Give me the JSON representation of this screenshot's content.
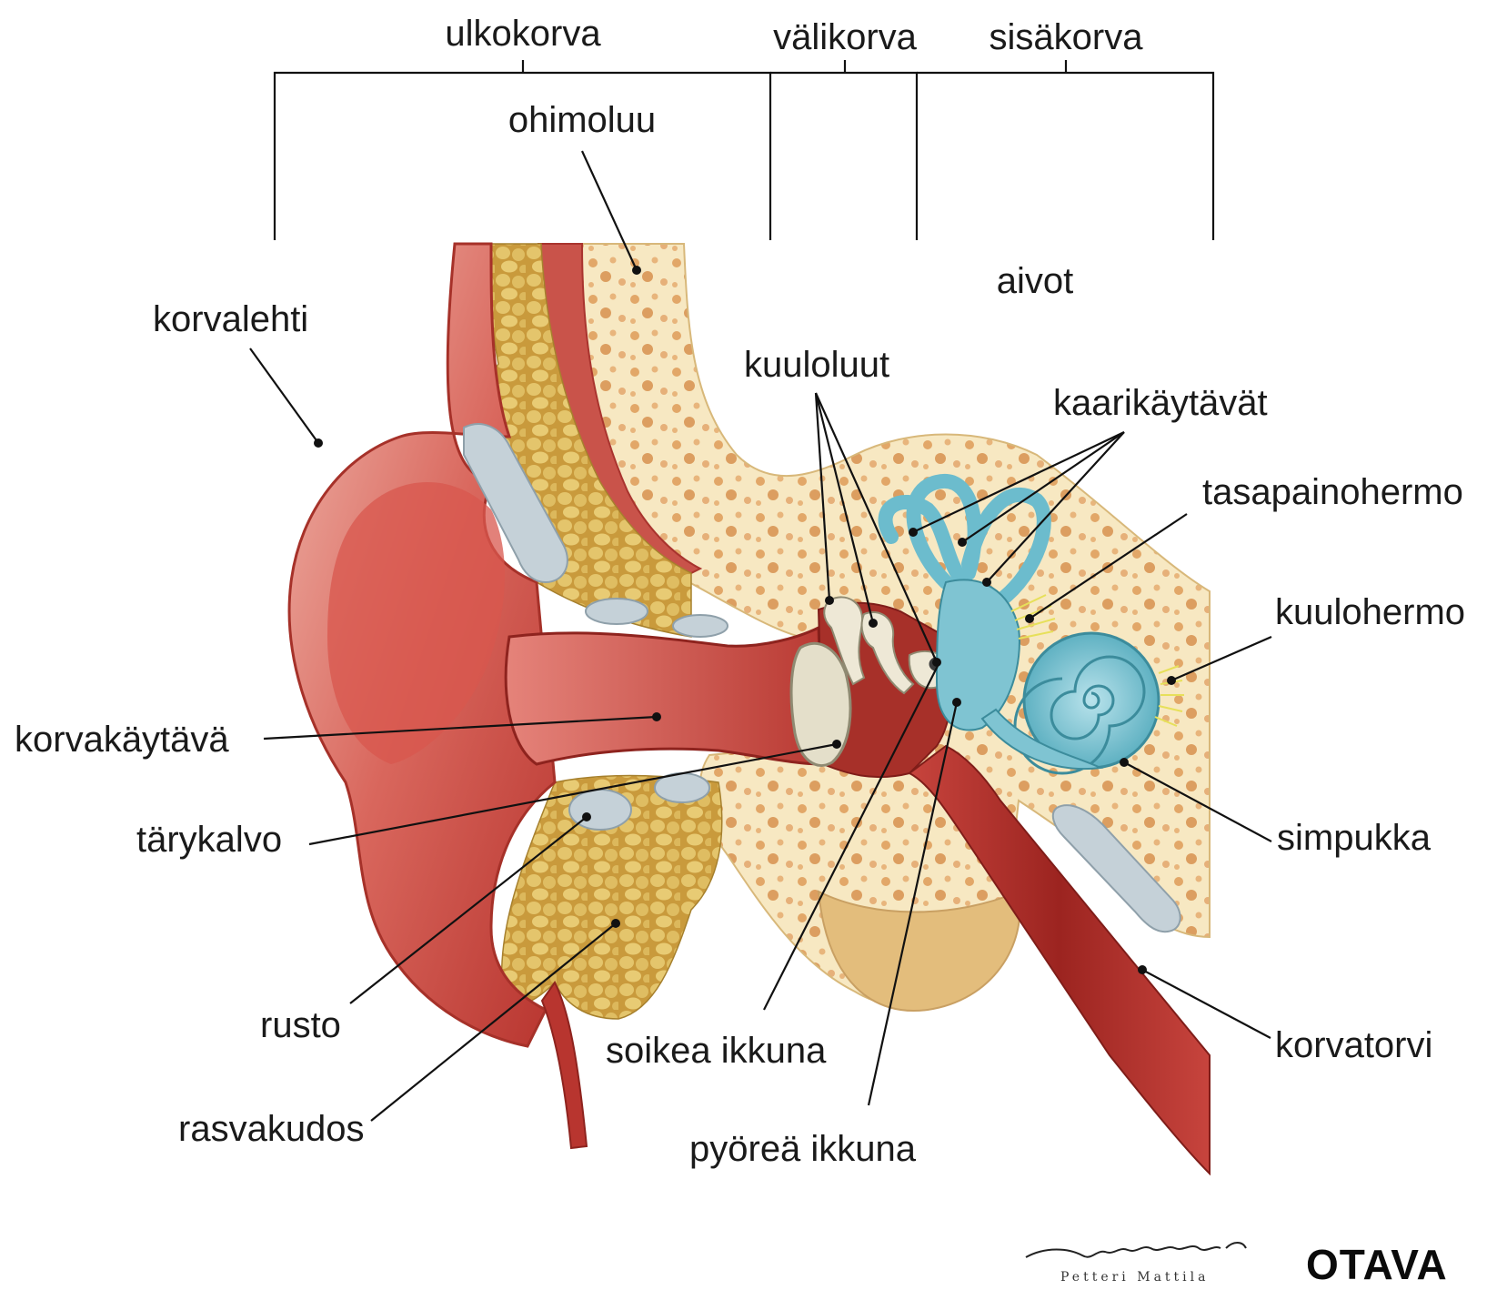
{
  "regions": {
    "outer": "ulkokorva",
    "middle": "välikorva",
    "inner": "sisäkorva"
  },
  "labels": {
    "ohimoluu": "ohimoluu",
    "aivot": "aivot",
    "korvalehti": "korvalehti",
    "kuuloluut": "kuuloluut",
    "kaarikaytavat": "kaarikäytävät",
    "tasapainohermo": "tasapainohermo",
    "kuulohermo": "kuulohermo",
    "korvakaytava": "korvakäytävä",
    "tarykalvo": "tärykalvo",
    "simpukka": "simpukka",
    "rusto": "rusto",
    "soikea_ikkuna": "soikea ikkuna",
    "korvatorvi": "korvatorvi",
    "rasvakudos": "rasvakudos",
    "pyorea_ikkuna": "pyöreä ikkuna"
  },
  "credits": {
    "illustrator": "Petteri Mattila",
    "publisher": "OTAVA"
  },
  "colors": {
    "skin": "#c9453f",
    "skin_light": "#e98a80",
    "bone": "#f6e6bd",
    "bone_pore": "#e3a96a",
    "fat": "#d9b65a",
    "cartilage": "#c4d0d8",
    "inner_ear": "#7fc4d2",
    "tube": "#a52a24"
  }
}
